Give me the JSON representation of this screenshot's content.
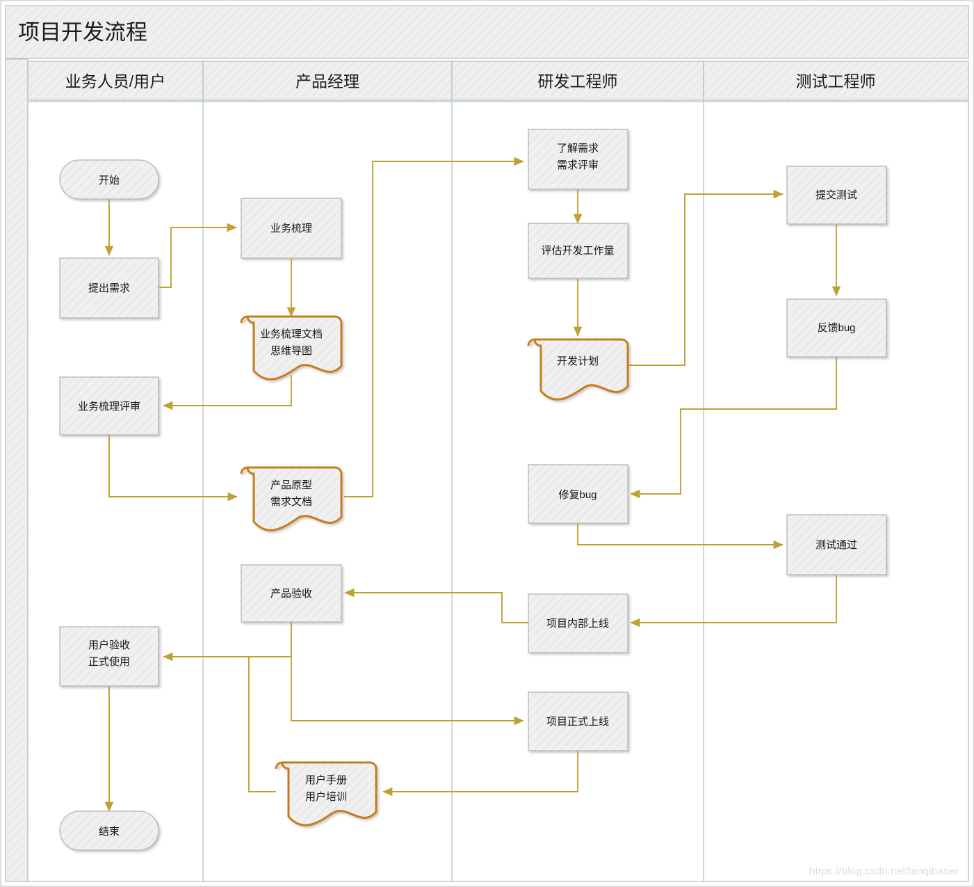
{
  "diagram": {
    "title": "项目开发流程",
    "watermark": "https://blog.csdn.net/lanqibaoer",
    "colors": {
      "connector": "#bfa132",
      "document_border": "#c87d1e",
      "shape_border": "#b7b7ae",
      "shape_fill": "#f0f0f0",
      "lane_header_fill": "#eeeeee",
      "lane_border": "#b3c4c4",
      "title_text": "#1a1a1a"
    },
    "lanes": [
      {
        "id": "lane-business",
        "label": "业务人员/用户"
      },
      {
        "id": "lane-product",
        "label": "产品经理"
      },
      {
        "id": "lane-dev",
        "label": "研发工程师"
      },
      {
        "id": "lane-test",
        "label": "测试工程师"
      }
    ],
    "nodes": [
      {
        "id": "start",
        "lane": 0,
        "shape": "terminator",
        "label": "开始",
        "lines": [
          "开始"
        ]
      },
      {
        "id": "raise-req",
        "lane": 0,
        "shape": "process",
        "label": "提出需求",
        "lines": [
          "提出需求"
        ]
      },
      {
        "id": "biz-review",
        "lane": 0,
        "shape": "process",
        "label": "业务梳理评审",
        "lines": [
          "业务梳理评审"
        ]
      },
      {
        "id": "user-accept",
        "lane": 0,
        "shape": "process",
        "label": "用户验收 正式使用",
        "lines": [
          "用户验收",
          "正式使用"
        ]
      },
      {
        "id": "end",
        "lane": 0,
        "shape": "terminator",
        "label": "结束",
        "lines": [
          "结束"
        ]
      },
      {
        "id": "biz-comb",
        "lane": 1,
        "shape": "process",
        "label": "业务梳理",
        "lines": [
          "业务梳理"
        ]
      },
      {
        "id": "biz-doc",
        "lane": 1,
        "shape": "document",
        "label": "业务梳理文档 思维导图",
        "lines": [
          "业务梳理文档",
          "思维导图"
        ]
      },
      {
        "id": "prd-doc",
        "lane": 1,
        "shape": "document",
        "label": "产品原型 需求文档",
        "lines": [
          "产品原型",
          "需求文档"
        ]
      },
      {
        "id": "prod-accept",
        "lane": 1,
        "shape": "process",
        "label": "产品验收",
        "lines": [
          "产品验收"
        ]
      },
      {
        "id": "user-manual",
        "lane": 1,
        "shape": "document",
        "label": "用户手册 用户培训",
        "lines": [
          "用户手册",
          "用户培训"
        ]
      },
      {
        "id": "understand",
        "lane": 2,
        "shape": "process",
        "label": "了解需求 需求评审",
        "lines": [
          "了解需求",
          "需求评审"
        ]
      },
      {
        "id": "estimate",
        "lane": 2,
        "shape": "process",
        "label": "评估开发工作量",
        "lines": [
          "评估开发工作量"
        ]
      },
      {
        "id": "dev-plan",
        "lane": 2,
        "shape": "document",
        "label": "开发计划",
        "lines": [
          "开发计划"
        ]
      },
      {
        "id": "fix-bug",
        "lane": 2,
        "shape": "process",
        "label": "修复bug",
        "lines": [
          "修复bug"
        ]
      },
      {
        "id": "inner-launch",
        "lane": 2,
        "shape": "process",
        "label": "项目内部上线",
        "lines": [
          "项目内部上线"
        ]
      },
      {
        "id": "formal-launch",
        "lane": 2,
        "shape": "process",
        "label": "项目正式上线",
        "lines": [
          "项目正式上线"
        ]
      },
      {
        "id": "submit-test",
        "lane": 3,
        "shape": "process",
        "label": "提交测试",
        "lines": [
          "提交测试"
        ]
      },
      {
        "id": "report-bug",
        "lane": 3,
        "shape": "process",
        "label": "反馈bug",
        "lines": [
          "反馈bug"
        ]
      },
      {
        "id": "test-pass",
        "lane": 3,
        "shape": "process",
        "label": "测试通过",
        "lines": [
          "测试通过"
        ]
      }
    ],
    "edges": [
      {
        "from": "start",
        "to": "raise-req"
      },
      {
        "from": "raise-req",
        "to": "biz-comb"
      },
      {
        "from": "biz-comb",
        "to": "biz-doc"
      },
      {
        "from": "biz-doc",
        "to": "biz-review"
      },
      {
        "from": "biz-review",
        "to": "prd-doc"
      },
      {
        "from": "prd-doc",
        "to": "understand"
      },
      {
        "from": "understand",
        "to": "estimate"
      },
      {
        "from": "estimate",
        "to": "dev-plan"
      },
      {
        "from": "dev-plan",
        "to": "submit-test"
      },
      {
        "from": "submit-test",
        "to": "report-bug"
      },
      {
        "from": "report-bug",
        "to": "fix-bug"
      },
      {
        "from": "fix-bug",
        "to": "test-pass"
      },
      {
        "from": "test-pass",
        "to": "inner-launch"
      },
      {
        "from": "inner-launch",
        "to": "prod-accept"
      },
      {
        "from": "prod-accept",
        "to": "user-accept"
      },
      {
        "from": "prod-accept",
        "to": "formal-launch"
      },
      {
        "from": "formal-launch",
        "to": "user-manual"
      },
      {
        "from": "user-manual",
        "to": "user-accept"
      },
      {
        "from": "user-accept",
        "to": "end"
      }
    ]
  }
}
